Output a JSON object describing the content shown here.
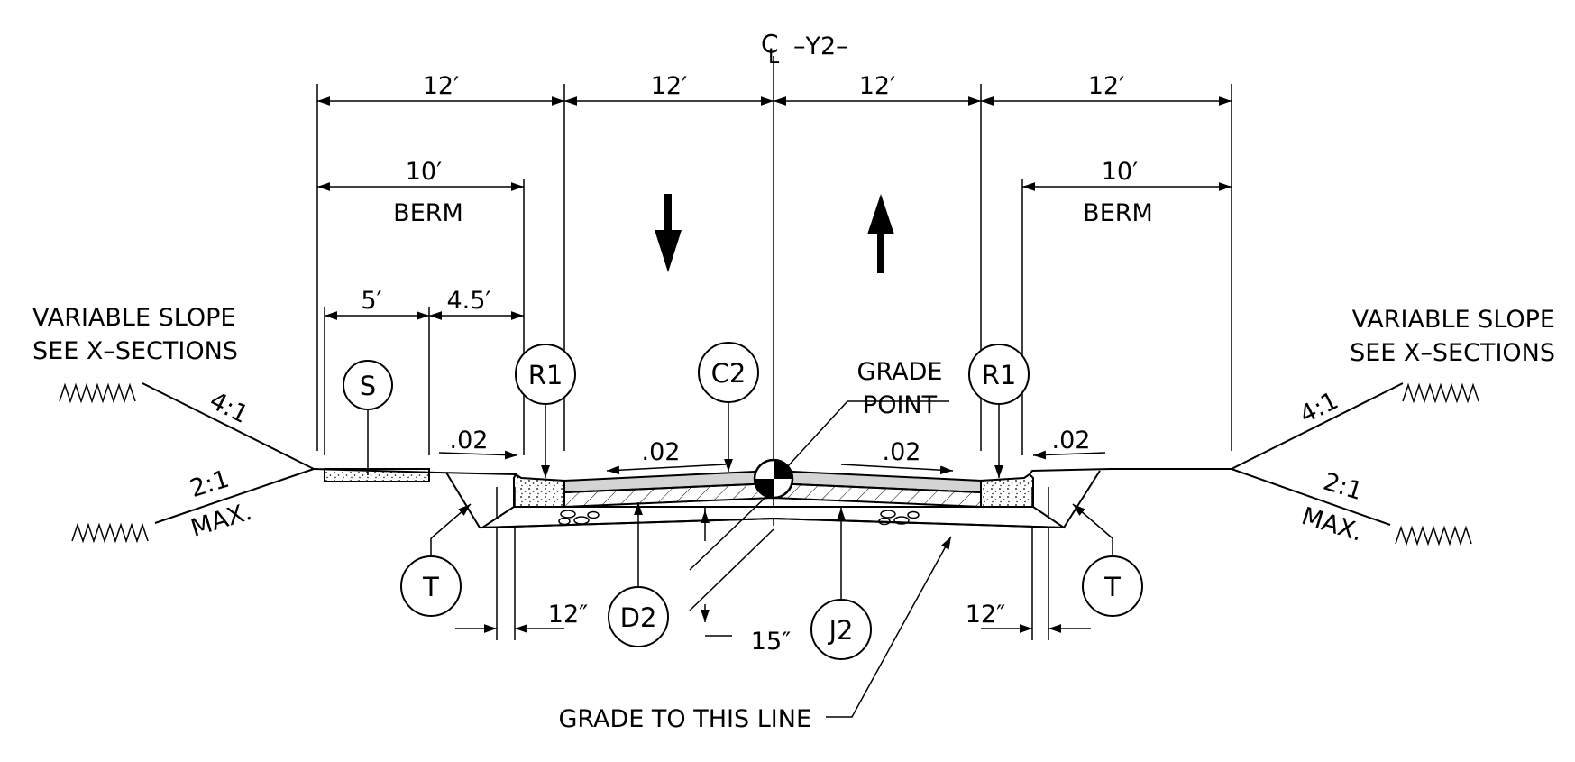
{
  "centerline": {
    "symbol": "C̲L",
    "c": "C",
    "l": "L",
    "label": "–Y2–"
  },
  "dimensions": {
    "top_left_shoulder": "12′",
    "top_left_lane": "12′",
    "top_right_lane": "12′",
    "top_right_shoulder": "12′",
    "berm_left": "10′",
    "berm_right": "10′",
    "sidewalk_left": "5′",
    "buffer_left": "4.5′",
    "ditch_left": "12″",
    "ditch_right": "12″",
    "depth": "15″"
  },
  "labels": {
    "berm_left": "BERM",
    "berm_right": "BERM",
    "slope_left_1": "VARIABLE SLOPE",
    "slope_left_2": "SEE X–SECTIONS",
    "slope_right_1": "VARIABLE SLOPE",
    "slope_right_2": "SEE X–SECTIONS",
    "grade_point_1": "GRADE",
    "grade_point_2": "POINT",
    "grade_line": "GRADE TO  THIS LINE",
    "fore_slope_left": "4:1",
    "back_slope_left": "2:1",
    "max_left": "MAX.",
    "fore_slope_right": "4:1",
    "back_slope_right": "2:1",
    "max_right": "MAX."
  },
  "slopes": {
    "left_shoulder": ".02",
    "left_lane": ".02",
    "right_lane": ".02",
    "right_shoulder": ".02"
  },
  "callouts": {
    "s": "S",
    "r1_left": "R1",
    "c2": "C2",
    "r1_right": "R1",
    "t_left": "T",
    "t_right": "T",
    "d2": "D2",
    "j2": "J2"
  }
}
